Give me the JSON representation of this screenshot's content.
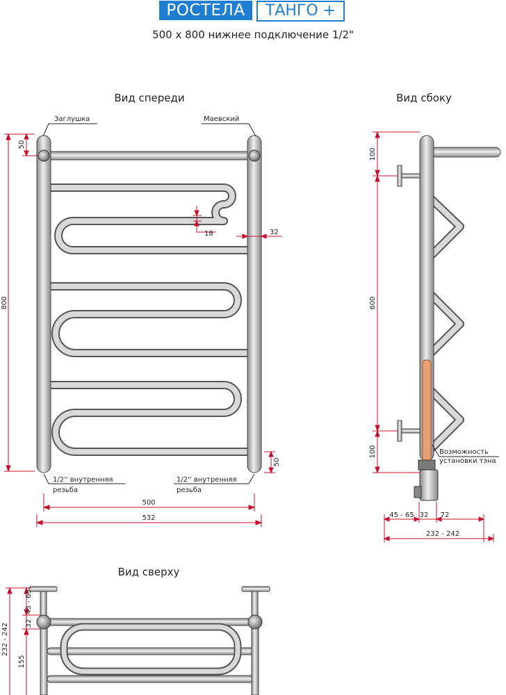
{
  "header": {
    "brand": "РОСТЕЛА",
    "model": "ТАНГО +",
    "subtitle": "500 х 800 нижнее подключение 1/2\""
  },
  "front_view": {
    "title": "Вид спереди",
    "plug_label": "Заглушка",
    "valve_label": "Маевский",
    "thread_label_left_1": "1/2'' внутренняя",
    "thread_label_left_2": "резьба",
    "thread_label_right_1": "1/2'' внутренняя",
    "thread_label_right_2": "резьба",
    "dim_top": "50",
    "dim_height": "800",
    "dim_gap": "18",
    "dim_pipe": "32",
    "dim_bottom": "50",
    "dim_width_inner": "500",
    "dim_width_outer": "532"
  },
  "side_view": {
    "title": "Вид сбоку",
    "dim_top": "100",
    "dim_middle": "600",
    "dim_bottom": "100",
    "heater_label_1": "Возможность",
    "heater_label_2": "установки тэна",
    "dim_offset": "45 - 65",
    "dim_pipe": "32",
    "dim_depth": "72",
    "dim_total": "232 - 242"
  },
  "top_view": {
    "title": "Вид сверху",
    "dim_offset": "45 - 65",
    "dim_pipe": "32",
    "dim_total": "232 - 242",
    "dim_depth": "155"
  },
  "colors": {
    "brand_blue": "#1e7fd2",
    "dimension_red": "#c8102e",
    "pipe_fill": "#c8c8c8",
    "heater_orange": "#e8a070"
  }
}
